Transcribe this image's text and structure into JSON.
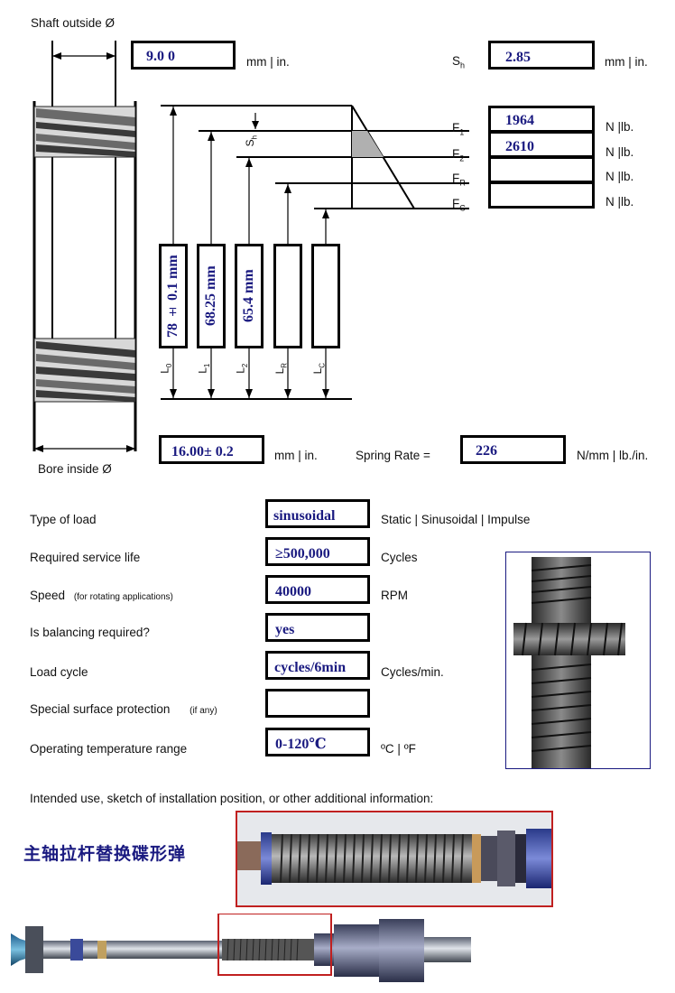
{
  "top": {
    "shaft_label": "Shaft outside Ø",
    "bore_label": "Bore inside Ø",
    "shaft_value": "9.0 0",
    "bore_value": "16.00± 0.2",
    "unit_mm_in": "mm | in.",
    "unit_mm_in_right": "mm | in.",
    "unit_bore": "mm | in.",
    "sh_label": "Sh",
    "sh_value": "2.85",
    "spring_rate_label": "Spring Rate =",
    "spring_rate_value": "226",
    "spring_rate_unit": "N/mm | lb./in."
  },
  "forces": [
    {
      "label": "F1",
      "value": "1964",
      "unit": "N |lb."
    },
    {
      "label": "F2",
      "value": "2610",
      "unit": "N |lb."
    },
    {
      "label": "FR",
      "value": "",
      "unit": "N |lb."
    },
    {
      "label": "FC",
      "value": "",
      "unit": "N |lb."
    }
  ],
  "lengths": [
    {
      "label": "L0",
      "value": "78 ± 0.1 mm"
    },
    {
      "label": "L1",
      "value": "68.25 mm"
    },
    {
      "label": "L2",
      "value": "65.4 mm"
    },
    {
      "label": "LR",
      "value": ""
    },
    {
      "label": "LC",
      "value": ""
    }
  ],
  "sh_vertical": "Sh",
  "form": [
    {
      "label": "Type of load",
      "note": "",
      "value": "sinusoidal",
      "unit": "Static | Sinusoidal | Impulse"
    },
    {
      "label": "Required service life",
      "note": "",
      "value": "≥500,000",
      "unit": "Cycles"
    },
    {
      "label": "Speed",
      "note": "(for rotating applications)",
      "value": "40000",
      "unit": "RPM"
    },
    {
      "label": "Is balancing required?",
      "note": "",
      "value": "yes",
      "unit": ""
    },
    {
      "label": "Load cycle",
      "note": "",
      "value": "cycles/6min",
      "unit": "Cycles/min."
    },
    {
      "label": "Special surface protection",
      "note": "(if any)",
      "value": "",
      "unit": ""
    },
    {
      "label": "Operating temperature range",
      "note": "",
      "value": "0-120℃",
      "unit": "ºC | ºF"
    }
  ],
  "intended_use_label": "Intended use, sketch of installation position, or other additional information:",
  "chinese_note": "主轴拉杆替换碟形弹"
}
